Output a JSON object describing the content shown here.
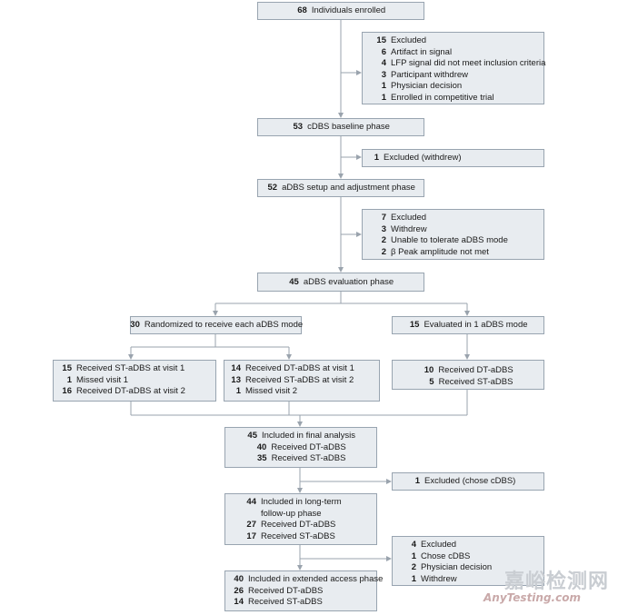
{
  "boxes": {
    "enrolled": {
      "rows": [
        {
          "n": "68",
          "t": "Individuals enrolled"
        }
      ]
    },
    "excluded1": {
      "rows": [
        {
          "n": "15",
          "t": "Excluded"
        },
        {
          "n": "6",
          "t": "Artifact in signal"
        },
        {
          "n": "4",
          "t": "LFP signal did not meet inclusion criteria"
        },
        {
          "n": "3",
          "t": "Participant withdrew"
        },
        {
          "n": "1",
          "t": "Physician decision"
        },
        {
          "n": "1",
          "t": "Enrolled in competitive trial"
        }
      ]
    },
    "cdbs_baseline": {
      "rows": [
        {
          "n": "53",
          "t": "cDBS baseline phase"
        }
      ]
    },
    "excluded2": {
      "rows": [
        {
          "n": "1",
          "t": "Excluded (withdrew)"
        }
      ]
    },
    "adbs_setup": {
      "rows": [
        {
          "n": "52",
          "t": "aDBS setup and adjustment phase"
        }
      ]
    },
    "excluded3": {
      "rows": [
        {
          "n": "7",
          "t": "Excluded"
        },
        {
          "n": "3",
          "t": "Withdrew"
        },
        {
          "n": "2",
          "t": "Unable to tolerate aDBS mode"
        },
        {
          "n": "2",
          "t": "β Peak amplitude not met"
        }
      ]
    },
    "adbs_eval": {
      "rows": [
        {
          "n": "45",
          "t": "aDBS evaluation phase"
        }
      ]
    },
    "randomized": {
      "rows": [
        {
          "n": "30",
          "t": "Randomized to receive each aDBS mode"
        }
      ]
    },
    "evaluated1": {
      "rows": [
        {
          "n": "15",
          "t": "Evaluated in 1 aDBS mode"
        }
      ]
    },
    "st_first": {
      "rows": [
        {
          "n": "15",
          "t": "Received ST-aDBS at visit 1"
        },
        {
          "n": "1",
          "t": "Missed visit 1"
        },
        {
          "n": "16",
          "t": "Received DT-aDBS at visit 2"
        }
      ]
    },
    "dt_first": {
      "rows": [
        {
          "n": "14",
          "t": "Received DT-aDBS at visit 1"
        },
        {
          "n": "13",
          "t": "Received ST-aDBS at visit 2"
        },
        {
          "n": "1",
          "t": "Missed visit 2"
        }
      ]
    },
    "single_mode": {
      "rows": [
        {
          "n": "10",
          "t": "Received DT-aDBS"
        },
        {
          "n": "5",
          "t": "Received ST-aDBS"
        }
      ]
    },
    "final_analysis": {
      "rows": [
        {
          "n": "45",
          "t": "Included in final analysis"
        },
        {
          "n": "40",
          "t": "Received DT-aDBS"
        },
        {
          "n": "35",
          "t": "Received ST-aDBS"
        }
      ]
    },
    "excluded4": {
      "rows": [
        {
          "n": "1",
          "t": "Excluded (chose cDBS)"
        }
      ]
    },
    "long_term": {
      "rows": [
        {
          "n": "44",
          "t": "Included in long-term"
        },
        {
          "n": "",
          "t": "follow-up phase"
        },
        {
          "n": "27",
          "t": "Received DT-aDBS"
        },
        {
          "n": "17",
          "t": "Received ST-aDBS"
        }
      ]
    },
    "excluded5": {
      "rows": [
        {
          "n": "4",
          "t": "Excluded"
        },
        {
          "n": "1",
          "t": "Chose cDBS"
        },
        {
          "n": "2",
          "t": "Physician decision"
        },
        {
          "n": "1",
          "t": "Withdrew"
        }
      ]
    },
    "extended": {
      "rows": [
        {
          "n": "40",
          "t": "Included in extended access phase"
        },
        {
          "n": "26",
          "t": "Received DT-aDBS"
        },
        {
          "n": "14",
          "t": "Received ST-aDBS"
        }
      ]
    }
  },
  "watermark": {
    "cn": "嘉峪检测网",
    "en": "AnyTesting.com"
  },
  "colors": {
    "box_fill": "#e8ecf0",
    "box_border": "#98a4b0",
    "line": "#9aa3ad"
  }
}
